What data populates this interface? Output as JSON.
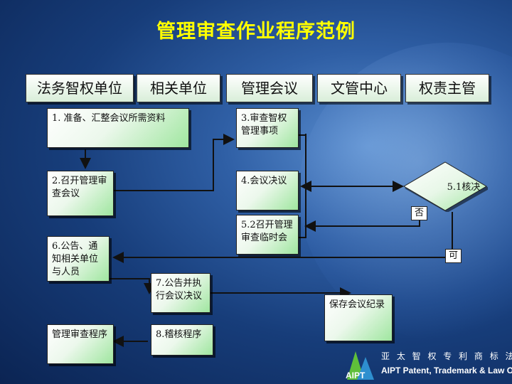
{
  "title": "管理审查作业程序范例",
  "columns": [
    "法务智权单位",
    "相关单位",
    "管理会议",
    "文管中心",
    "权责主管"
  ],
  "nodes": {
    "n1": "1. 准备、汇整会议所需资料",
    "n2": "2.召开管理审查会议",
    "n3": "3.审查智权管理事项",
    "n4": "4.会议决议",
    "n5_1": "5.1核决",
    "n5_2": "5.2召开管理审查临时会",
    "n6": "6.公告、通知相关单位与人员",
    "n7": "7.公告并执行会议决议",
    "n8": "8.稽核程序",
    "review": "管理审查程序",
    "save": "保存会议纪录"
  },
  "labels": {
    "no": "否",
    "yes": "可"
  },
  "logo": {
    "mark": "AIPT",
    "cn": "亚 太 智 权 专 利 商 标 法 律 事 务 所",
    "en": "AIPT Patent, Trademark & Law Office"
  }
}
